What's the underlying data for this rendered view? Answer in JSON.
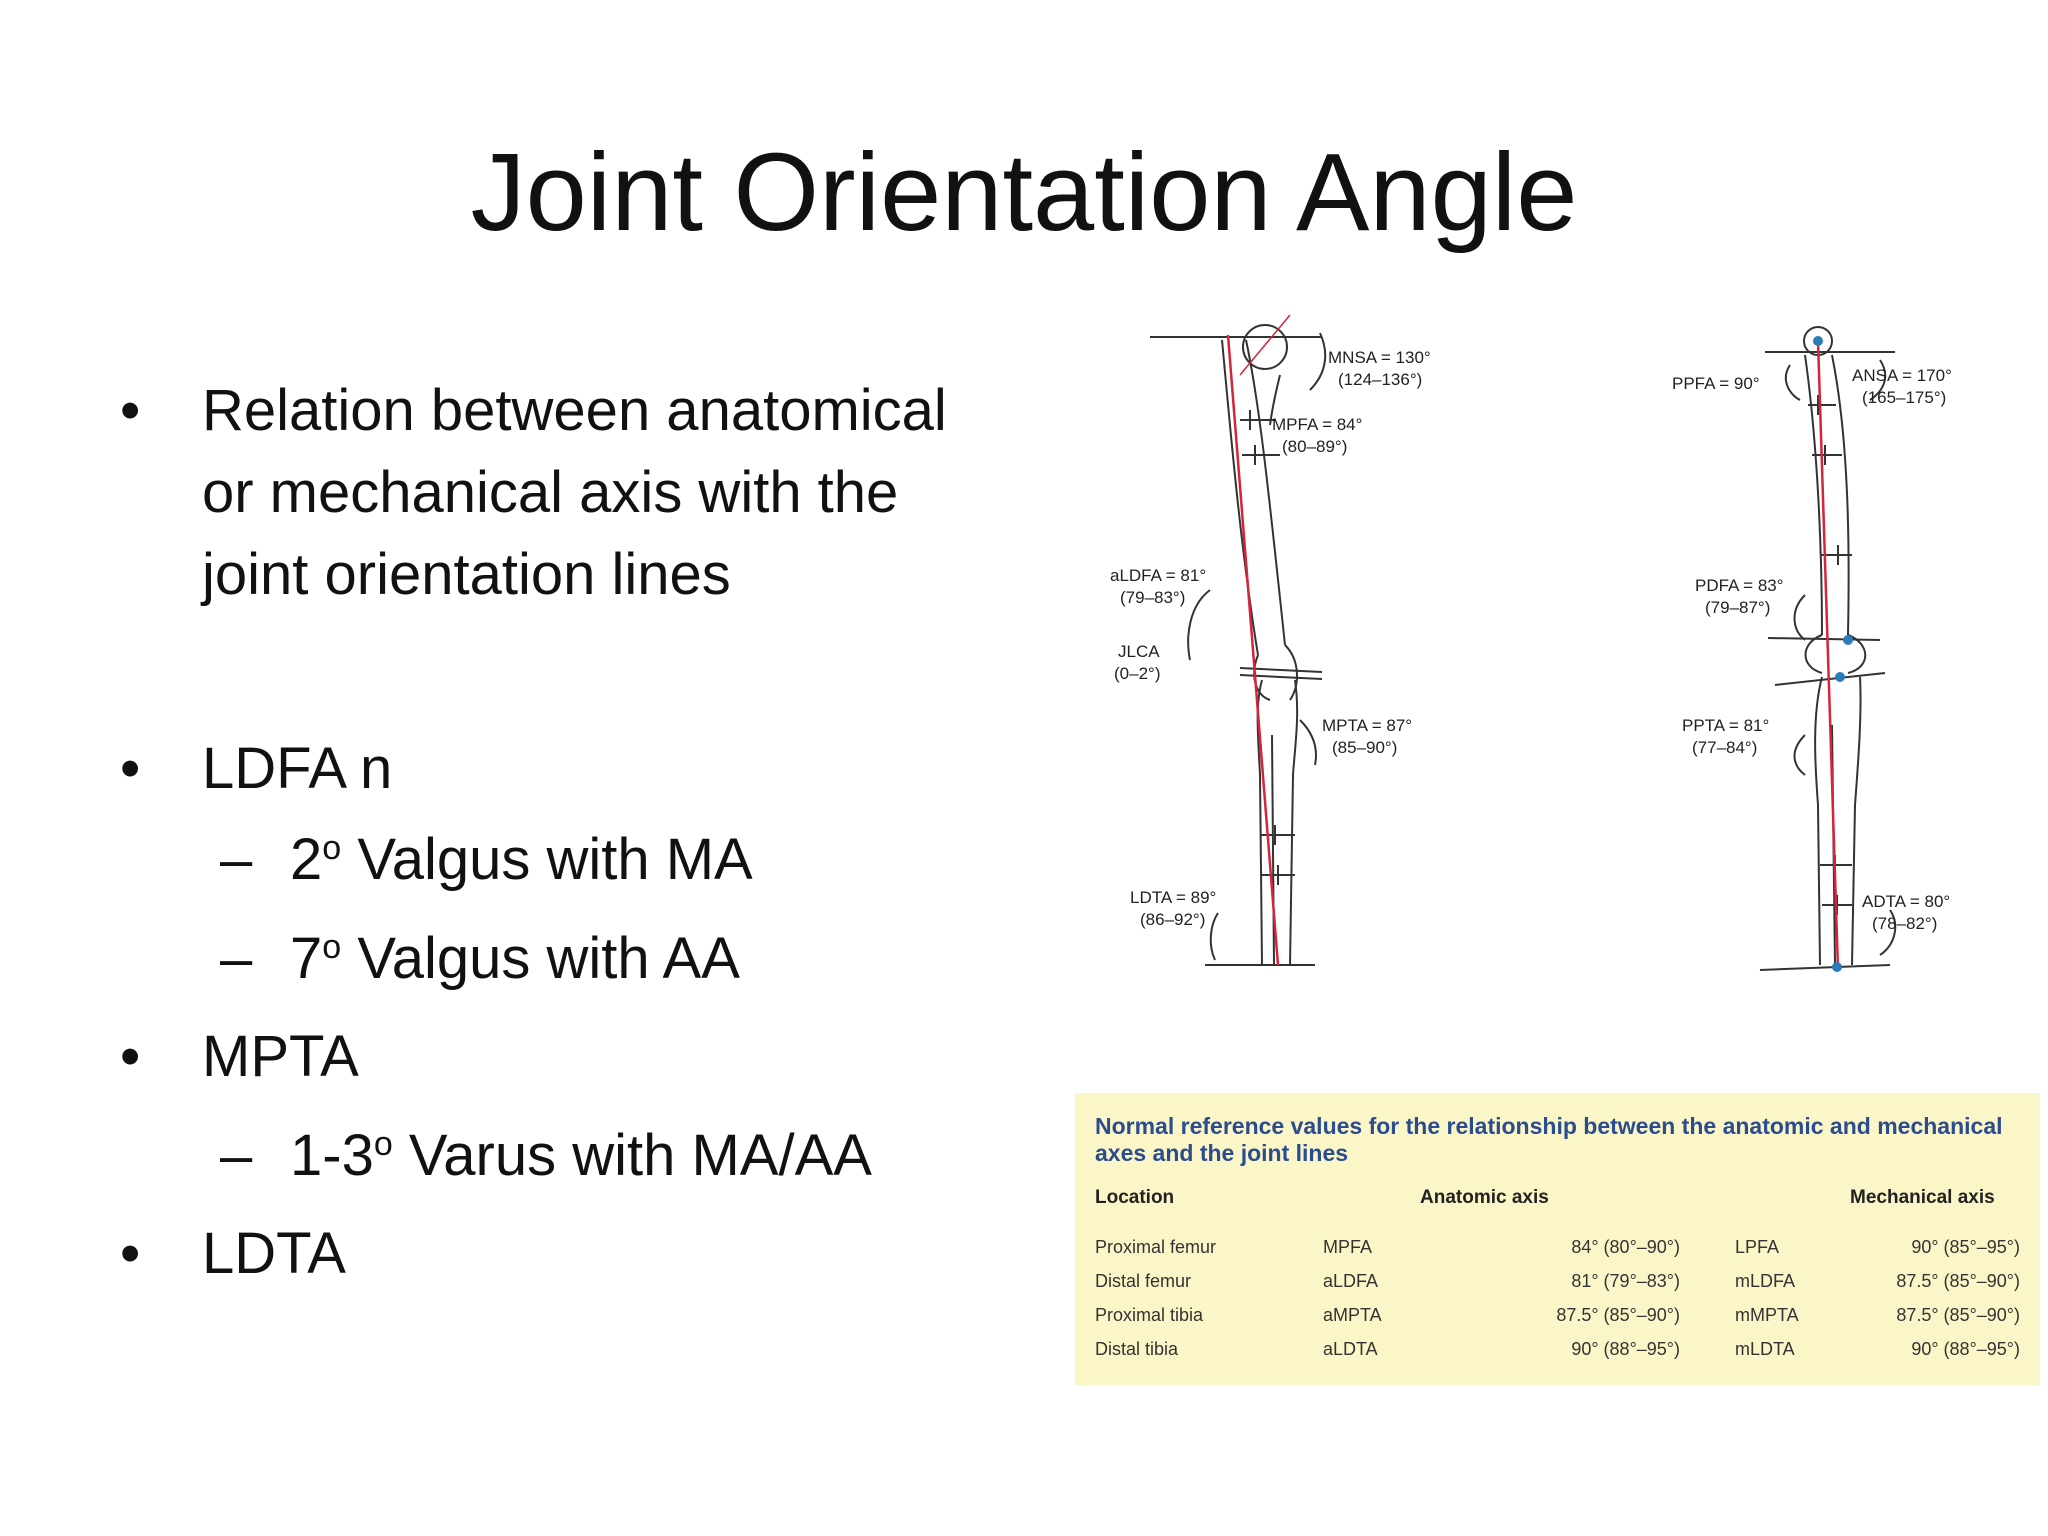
{
  "title": "Joint Orientation Angle",
  "bullets": {
    "b1": "Relation between anatomical or  mechanical axis  with the joint orientation lines",
    "b2": "LDFA  n",
    "b2a_deg": "2",
    "b2a_sup": "o",
    "b2a_text": "Valgus with MA",
    "b2b_deg": "7",
    "b2b_sup": "o",
    "b2b_text": "Valgus with AA",
    "b3": "MPTA",
    "b3a_deg": "1-3",
    "b3a_sup": "o",
    "b3a_text": "Varus with MA/AA",
    "b4": "LDTA"
  },
  "diagram": {
    "front": {
      "mnsa": "MNSA = 130°",
      "mnsa_range": "(124–136°)",
      "mpfa": "MPFA = 84°",
      "mpfa_range": "(80–89°)",
      "aldfa": "aLDFA = 81°",
      "aldfa_range": "(79–83°)",
      "jlca": "JLCA",
      "jlca_range": "(0–2°)",
      "mpta": "MPTA = 87°",
      "mpta_range": "(85–90°)",
      "ldta": "LDTA = 89°",
      "ldta_range": "(86–92°)"
    },
    "side": {
      "ppfa": "PPFA = 90°",
      "ansa": "ANSA = 170°",
      "ansa_range": "(165–175°)",
      "pdfa": "PDFA = 83°",
      "pdfa_range": "(79–87°)",
      "ppta": "PPTA = 81°",
      "ppta_range": "(77–84°)",
      "adta": "ADTA = 80°",
      "adta_range": "(78–82°)"
    }
  },
  "table": {
    "title": "Normal reference values for the relationship between the anatomic and mechanical axes and the joint lines",
    "headers": {
      "location": "Location",
      "anatomic": "Anatomic axis",
      "mechanical": "Mechanical axis"
    },
    "rows": [
      {
        "location": "Proximal femur",
        "a_name": "MPFA",
        "a_val": "84° (80°–90°)",
        "m_name": "LPFA",
        "m_val": "90° (85°–95°)"
      },
      {
        "location": "Distal femur",
        "a_name": "aLDFA",
        "a_val": "81° (79°–83°)",
        "m_name": "mLDFA",
        "m_val": "87.5° (85°–90°)"
      },
      {
        "location": "Proximal tibia",
        "a_name": "aMPTA",
        "a_val": "87.5° (85°–90°)",
        "m_name": "mMPTA",
        "m_val": "87.5° (85°–90°)"
      },
      {
        "location": "Distal tibia",
        "a_name": "aLDTA",
        "a_val": "90° (88°–95°)",
        "m_name": "mLDTA",
        "m_val": "90° (88°–95°)"
      }
    ]
  }
}
